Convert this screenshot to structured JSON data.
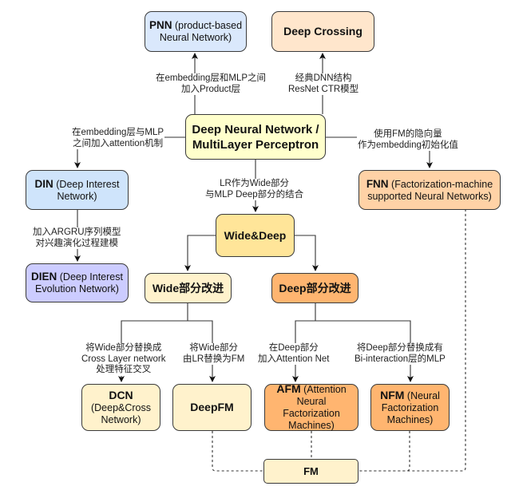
{
  "nodes": {
    "pnn": {
      "title": "PNN",
      "desc": "(product-based Neural Network)"
    },
    "deep_crossing": {
      "title": "Deep Crossing"
    },
    "dnn": {
      "title_line1": "Deep Neural Network /",
      "title_line2": "MultiLayer Perceptron"
    },
    "din": {
      "title": "DIN",
      "desc": "(Deep Interest Network)"
    },
    "dien": {
      "title": "DIEN",
      "desc": "(Deep Interest Evolution Network)"
    },
    "fnn": {
      "title": "FNN",
      "desc": "(Factorization-machine supported Neural Networks)"
    },
    "wide_deep": {
      "title": "Wide&Deep"
    },
    "wide_improve": {
      "title": "Wide部分改进"
    },
    "deep_improve": {
      "title": "Deep部分改进"
    },
    "dcn": {
      "title": "DCN",
      "desc": "(Deep&Cross Network)"
    },
    "deepfm": {
      "title": "DeepFM"
    },
    "afm": {
      "title": "AFM",
      "desc": "(Attention Neural Factorization Machines)"
    },
    "nfm": {
      "title": "NFM",
      "desc": "(Neural Factorization Machines)"
    },
    "fm": {
      "title": "FM"
    }
  },
  "edge_labels": {
    "dnn_to_pnn": {
      "line1": "在embedding层和MLP之间",
      "line2": "加入Product层"
    },
    "dnn_to_deep_crossing": {
      "line1": "经典DNN结构",
      "line2": "ResNet CTR模型"
    },
    "dnn_to_din": {
      "line1": "在embedding层与MLP",
      "line2": "之间加入attention机制"
    },
    "dnn_to_fnn": {
      "line1": "使用FM的隐向量",
      "line2": "作为embedding初始化值"
    },
    "dnn_to_wide_deep": {
      "line1": "LR作为Wide部分",
      "line2": "与MLP Deep部分的结合"
    },
    "din_to_dien": {
      "line1": "加入ARGRU序列模型",
      "line2": "对兴趣演化过程建模"
    },
    "wide_to_dcn": {
      "line1": "将Wide部分替换成",
      "line2": "Cross Layer network",
      "line3": "处理特征交叉"
    },
    "wide_to_deepfm": {
      "line1": "将Wide部分",
      "line2": "由LR替换为FM"
    },
    "deep_to_afm": {
      "line1": "在Deep部分",
      "line2": "加入Attention Net"
    },
    "deep_to_nfm": {
      "line1": "将Deep部分替换成有",
      "line2": "Bi-interaction层的MLP"
    }
  }
}
